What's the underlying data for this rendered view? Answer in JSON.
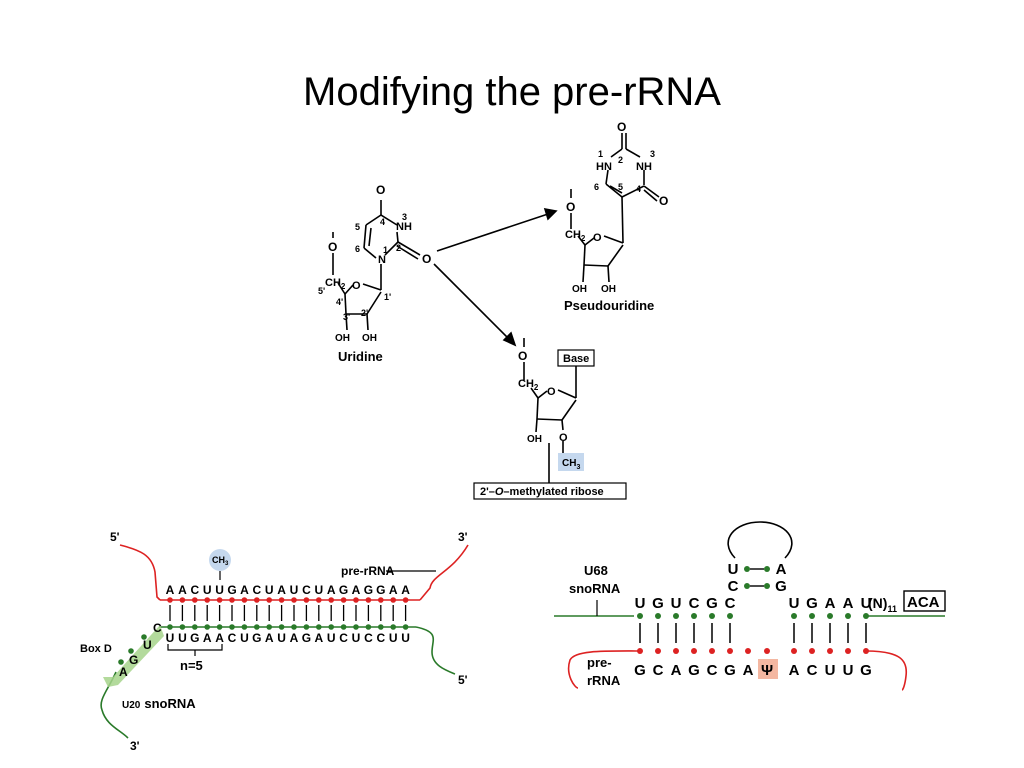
{
  "title": "Modifying the pre-rRNA",
  "uridine": {
    "name": "Uridine",
    "oxygen": "O",
    "nh": "NH",
    "n": "N",
    "ring_o": "O",
    "o_top": "O",
    "ch2": "CH",
    "sub2": "2",
    "oh1": "OH",
    "oh2": "OH",
    "pos": [
      "4",
      "3",
      "5",
      "6",
      "1",
      "2",
      "5'",
      "4'",
      "3'",
      "2'",
      "1'"
    ]
  },
  "pseudouridine": {
    "name": "Pseudouridine",
    "o_top": "O",
    "o_right": "O",
    "hn": "HN",
    "nh": "NH",
    "ring_o": "O",
    "o_link": "O",
    "ch2": "CH",
    "sub2": "2",
    "oh1": "OH",
    "oh2": "OH",
    "pos": [
      "1",
      "2",
      "3",
      "6",
      "5",
      "4"
    ]
  },
  "methyl": {
    "name": "2'-O-methylated ribose",
    "name_pre": "2'–",
    "name_o": "O",
    "name_post": "–methylated ribose",
    "base": "Base",
    "o_link": "O",
    "ring_o": "O",
    "ch2": "CH",
    "sub2": "2",
    "oh": "OH",
    "o2": "O",
    "ch3": "CH",
    "sub3": "3"
  },
  "u20": {
    "five_prime_top": "5'",
    "three_prime_top": "3'",
    "five_prime_right": "5'",
    "three_prime_bottom": "3'",
    "pre_rrna": "pre-rRNA",
    "ch3": "CH",
    "sub3": "3",
    "top_seq": [
      "A",
      "A",
      "C",
      "U",
      "U",
      "G",
      "A",
      "C",
      "U",
      "A",
      "U",
      "C",
      "U",
      "A",
      "G",
      "A",
      "G",
      "G",
      "A",
      "A"
    ],
    "bottom_seq": [
      "U",
      "U",
      "G",
      "A",
      "A",
      "C",
      "U",
      "G",
      "A",
      "U",
      "A",
      "G",
      "A",
      "U",
      "C",
      "U",
      "C",
      "C",
      "U",
      "U"
    ],
    "box_d_letters": [
      "C",
      "U",
      "G",
      "A"
    ],
    "box_d": "Box D",
    "n_label": "n=5",
    "snorna_prefix": "U20",
    "snorna": "snoRNA"
  },
  "u68": {
    "label1": "U68",
    "label2": "snoRNA",
    "top_left_seq": [
      "U",
      "G",
      "U",
      "C",
      "G",
      "C"
    ],
    "top_right_seq": [
      "U",
      "G",
      "A",
      "A",
      "U"
    ],
    "n_sub": "(N)",
    "n_num": "11",
    "aca": "ACA",
    "stem_left": [
      "U",
      "C"
    ],
    "stem_right": [
      "A",
      "G"
    ],
    "bottom_seq_left": [
      "G",
      "C",
      "A",
      "G",
      "C",
      "G",
      "A"
    ],
    "psi": "Ψ",
    "bottom_seq_right": [
      "A",
      "C",
      "U",
      "U",
      "G"
    ],
    "pre": "pre-",
    "rrna": "rRNA"
  }
}
